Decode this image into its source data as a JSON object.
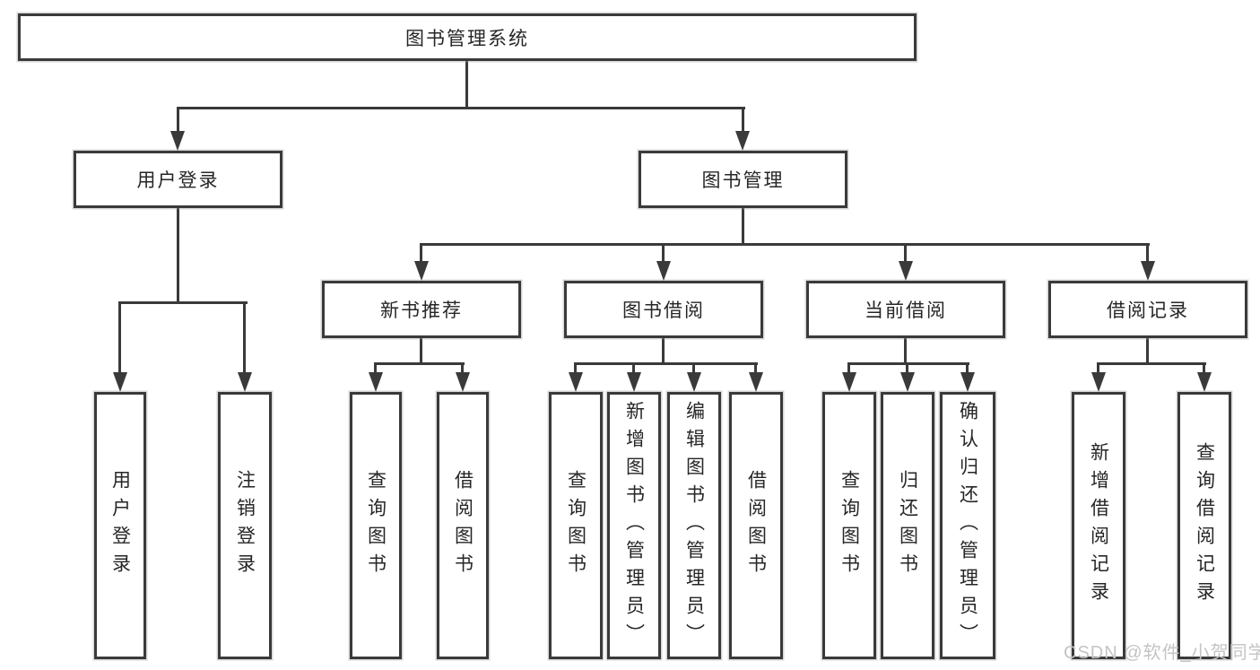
{
  "diagram": {
    "type": "hierarchy-tree",
    "root": {
      "label": "图书管理系统"
    },
    "level2": [
      {
        "id": "user-login",
        "label": "用户登录"
      },
      {
        "id": "book-management",
        "label": "图书管理"
      }
    ],
    "level3": [
      {
        "id": "new-book-recommend",
        "parent": "book-management",
        "label": "新书推荐"
      },
      {
        "id": "book-borrowing",
        "parent": "book-management",
        "label": "图书借阅"
      },
      {
        "id": "current-borrowing",
        "parent": "book-management",
        "label": "当前借阅"
      },
      {
        "id": "borrowing-records",
        "parent": "book-management",
        "label": "借阅记录"
      }
    ],
    "leaves": [
      {
        "id": "user-login-leaf",
        "parent": "user-login",
        "label": "用户登录"
      },
      {
        "id": "logout",
        "parent": "user-login",
        "label": "注销登录"
      },
      {
        "id": "query-books-newbook",
        "parent": "new-book-recommend",
        "label": "查询图书"
      },
      {
        "id": "borrow-books-newbook",
        "parent": "new-book-recommend",
        "label": "借阅图书"
      },
      {
        "id": "query-books-borrowing",
        "parent": "book-borrowing",
        "label": "查询图书"
      },
      {
        "id": "add-books-admin",
        "parent": "book-borrowing",
        "label": "新增图书（管理员）"
      },
      {
        "id": "edit-books-admin",
        "parent": "book-borrowing",
        "label": "编辑图书（管理员）"
      },
      {
        "id": "borrow-books-borrowing",
        "parent": "book-borrowing",
        "label": "借阅图书"
      },
      {
        "id": "query-books-current",
        "parent": "current-borrowing",
        "label": "查询图书"
      },
      {
        "id": "return-books",
        "parent": "current-borrowing",
        "label": "归还图书"
      },
      {
        "id": "confirm-return-admin",
        "parent": "current-borrowing",
        "label": "确认归还（管理员）"
      },
      {
        "id": "add-borrow-record",
        "parent": "borrowing-records",
        "label": "新增借阅记录"
      },
      {
        "id": "query-borrow-record",
        "parent": "borrowing-records",
        "label": "查询借阅记录"
      }
    ],
    "colors": {
      "line": "#3a3a3a",
      "box_border": "#3a3a3a",
      "box_fill": "#ffffff",
      "text": "#262626",
      "watermark": "#c4c4c4"
    }
  },
  "watermark": {
    "text": "CSDN @软件_小贺同学"
  }
}
